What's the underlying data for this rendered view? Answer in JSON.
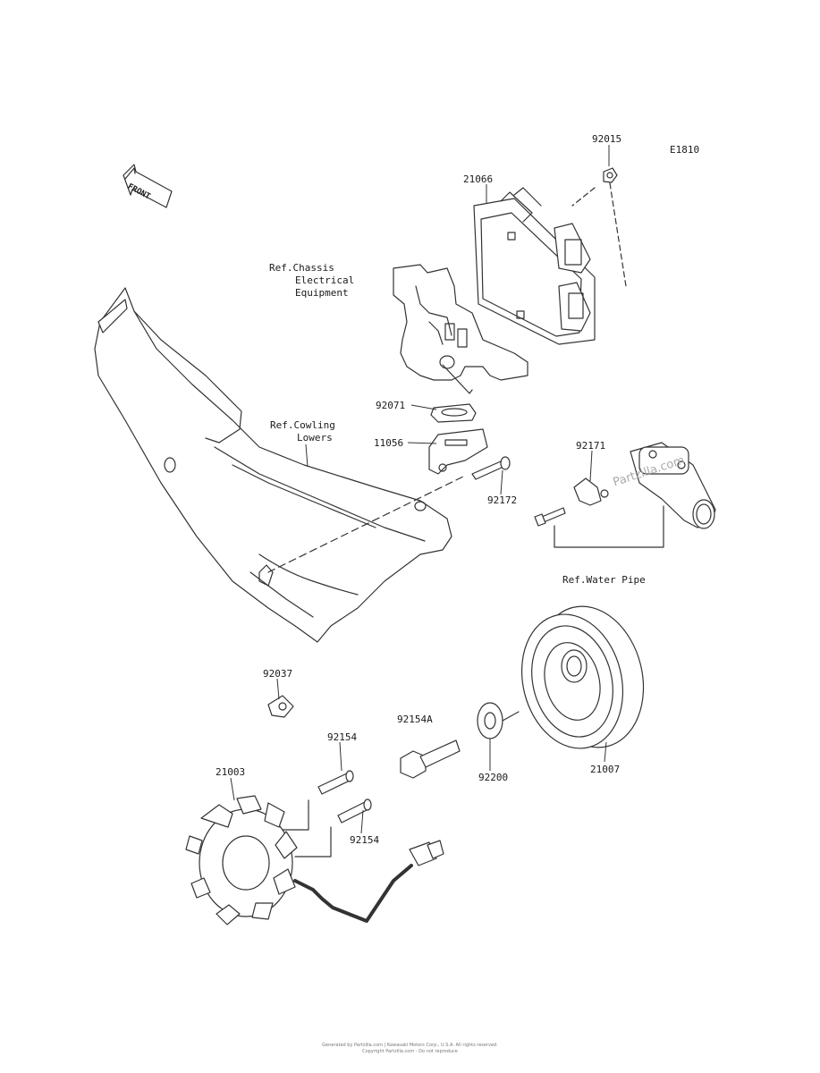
{
  "diagram_code": "E1810",
  "direction_badge": "FRONT",
  "watermark": "Partzilla.com",
  "parts": {
    "p92015": "92015",
    "p21066": "21066",
    "p92071": "92071",
    "p11056": "11056",
    "p92172": "92172",
    "p92171": "92171",
    "p92037": "92037",
    "p92154_top": "92154",
    "p92154A": "92154A",
    "p21003": "21003",
    "p92154_bottom": "92154",
    "p92200": "92200",
    "p21007": "21007"
  },
  "refs": {
    "chassis_l1": "Ref.Chassis",
    "chassis_l2": "Electrical",
    "chassis_l3": "Equipment",
    "cowling_l1": "Ref.Cowling",
    "cowling_l2": "Lowers",
    "water_pipe": "Ref.Water Pipe"
  },
  "footer": {
    "line1": "Generated by Partzilla.com | Kawasaki Motors Corp., U.S.A. All rights reserved.",
    "line2": "Copyright Partzilla.com - Do not reproduce"
  }
}
